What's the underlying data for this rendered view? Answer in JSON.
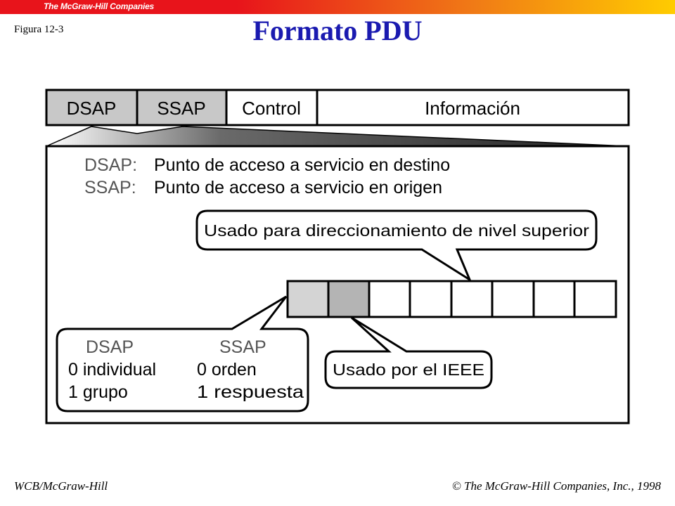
{
  "header": {
    "brand": "The McGraw-Hill Companies",
    "figure_label": "Figura 12-3",
    "title": "Formato PDU"
  },
  "pdu_fields": [
    "DSAP",
    "SSAP",
    "Control",
    "Información"
  ],
  "definitions": {
    "dsap_term": "DSAP:",
    "dsap_text": "Punto de acceso a servicio en destino",
    "ssap_term": "SSAP:",
    "ssap_text": "Punto de acceso a servicio en origen"
  },
  "callouts": {
    "upper": "Usado para direccionamiento de nivel superior",
    "ieee": "Usado por el IEEE"
  },
  "bit_table": {
    "dsap_header": "DSAP",
    "ssap_header": "SSAP",
    "dsap_0": "0 individual",
    "dsap_1": "1 grupo",
    "ssap_0": "0 orden",
    "ssap_1": "1 respuesta"
  },
  "footer": {
    "left": "WCB/McGraw-Hill",
    "right": "© The McGraw-Hill Companies, Inc., 1998"
  },
  "colors": {
    "title": "#1a1ab0",
    "field_fill": "#c8c8c8",
    "bit_dsap": "#d4d4d4",
    "bit_ssap": "#b4b4b4"
  }
}
